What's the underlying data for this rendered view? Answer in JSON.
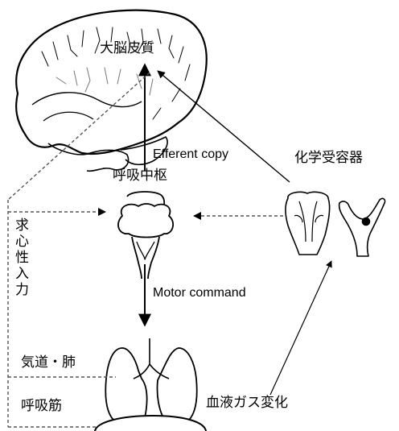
{
  "labels": {
    "cortex": "大脳皮質",
    "efferent_copy": "Efferent copy",
    "respiratory_center": "呼吸中枢",
    "chemoreceptor": "化学受容器",
    "afferent_input": "求心性入力",
    "motor_command": "Motor command",
    "airway_lung": "気道・肺",
    "respiratory_muscle": "呼吸筋",
    "blood_gas_change": "血液ガス変化"
  },
  "icons": {
    "brain": "brain-icon",
    "brainstem": "brainstem-icon",
    "chemoreceptor_medulla": "medulla-chemoreceptor-icon",
    "carotid_body": "carotid-body-icon",
    "lungs": "lungs-icon",
    "diaphragm": "diaphragm-icon"
  },
  "colors": {
    "line": "#000000",
    "dashed_line": "#555555",
    "background": "#ffffff"
  }
}
